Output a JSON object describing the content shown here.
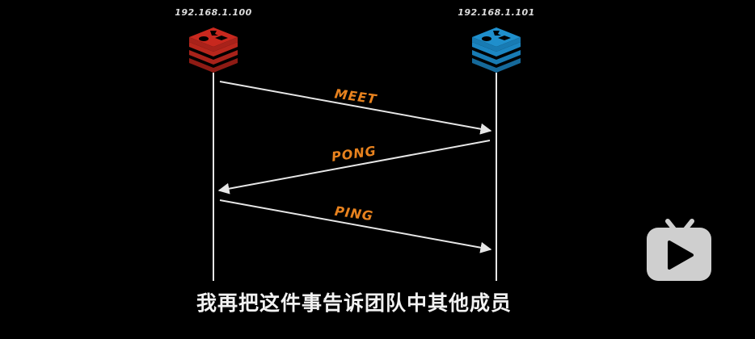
{
  "nodes": {
    "left": {
      "ip": "192.168.1.100",
      "color": "#c8281e"
    },
    "right": {
      "ip": "192.168.1.101",
      "color": "#1f8fcc"
    }
  },
  "messages": [
    {
      "label": "MEET",
      "from": "left",
      "to": "right"
    },
    {
      "label": "PONG",
      "from": "right",
      "to": "left"
    },
    {
      "label": "PING",
      "from": "left",
      "to": "right"
    }
  ],
  "subtitle": "我再把这件事告诉团队中其他成员",
  "colors": {
    "background": "#000000",
    "label": "#e8821e",
    "line": "#e6e6e6",
    "logo": "#cfcfcf"
  },
  "icons": {
    "left_node": "redis-stack-icon",
    "right_node": "redis-stack-icon",
    "corner": "tv-play-icon"
  }
}
